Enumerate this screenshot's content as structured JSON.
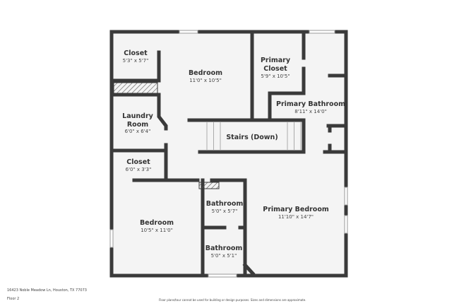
{
  "rooms": [
    {
      "name": "Closet",
      "dims": "5'3\" x 5'7\""
    },
    {
      "name": "Bedroom",
      "dims": "11'0\" x 10'5\""
    },
    {
      "name": "Primary Closet",
      "dims": "5'9\" x 10'5\""
    },
    {
      "name": "Primary Bathroom",
      "dims": "8'11\" x 14'0\""
    },
    {
      "name": "Laundry Room",
      "dims": "6'0\" x 6'4\""
    },
    {
      "name": "Stairs (Down)",
      "dims": ""
    },
    {
      "name": "Closet",
      "dims": "6'0\" x 3'3\""
    },
    {
      "name": "Bathroom",
      "dims": "5'0\" x 5'7\""
    },
    {
      "name": "Primary Bedroom",
      "dims": "11'10\" x 14'7\""
    },
    {
      "name": "Bedroom",
      "dims": "10'5\" x 11'0\""
    },
    {
      "name": "Bathroom",
      "dims": "5'0\" x 5'1\""
    }
  ],
  "footer": {
    "address": "16423 Noble Meadow Ln, Houston, TX 77073",
    "floor": "Floor 2",
    "disclaimer": "Floor plans/tour cannot be used for building or design purposes. Sizes and dimensions are approximate."
  },
  "colors": {
    "wall": "#3a3a3a",
    "floor": "#f4f4f4"
  }
}
